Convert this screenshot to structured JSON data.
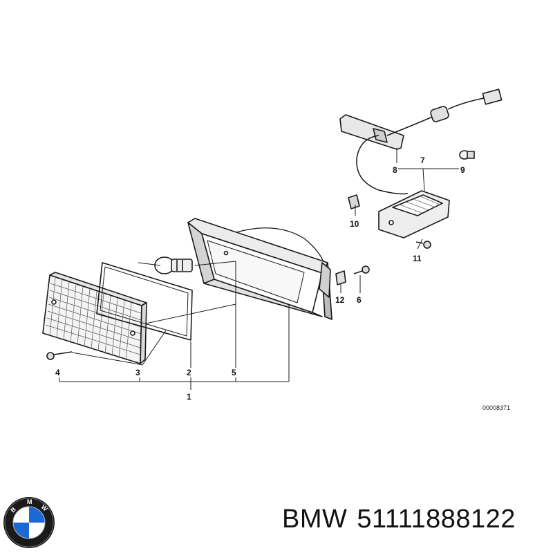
{
  "diagram": {
    "callouts": [
      "1",
      "2",
      "3",
      "4",
      "5",
      "6",
      "7",
      "8",
      "9",
      "10",
      "11",
      "12"
    ],
    "drawing_number": "00008371"
  },
  "footer": {
    "brand": "BMW",
    "part_number": "51111888122",
    "logo_letters": "BMW",
    "logo_colors": {
      "ring": "#1a1a1a",
      "blue": "#1c69d4",
      "white": "#ffffff"
    }
  }
}
